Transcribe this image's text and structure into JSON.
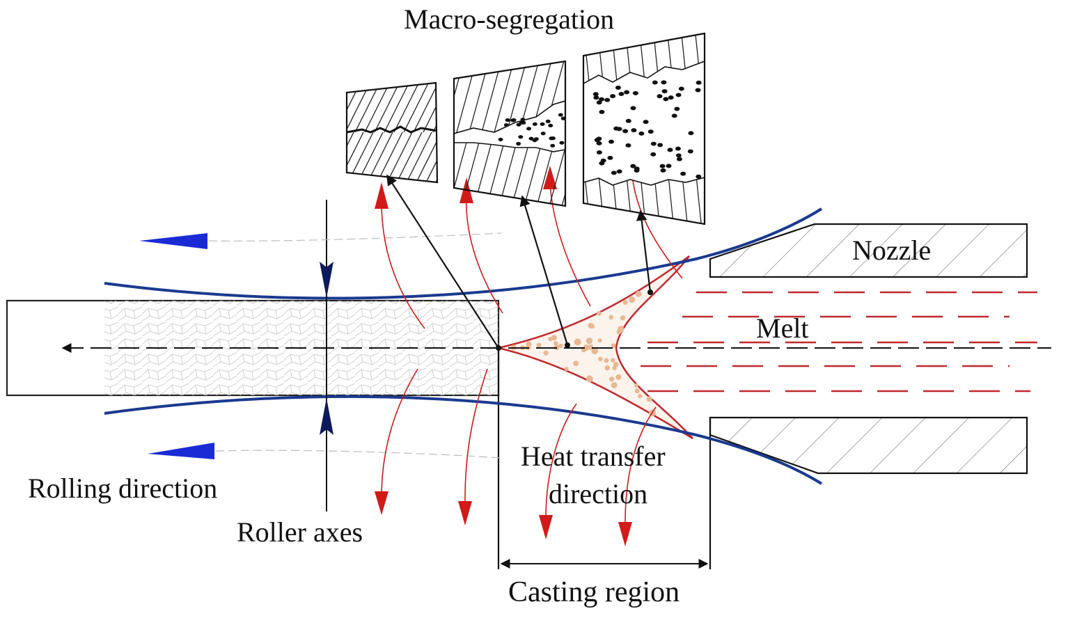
{
  "labels": {
    "macro_segregation": "Macro-segregation",
    "nozzle": "Nozzle",
    "melt": "Melt",
    "heat_transfer_line1": "Heat transfer",
    "heat_transfer_line2": "direction",
    "casting_region": "Casting region",
    "rolling_direction": "Rolling direction",
    "roller_axes": "Roller axes"
  },
  "colors": {
    "roll_blue": "#1a3a8f",
    "arrow_blue": "#1a2bd6",
    "heat_red": "#d11a1a",
    "melt_dash": "#c0272d",
    "particle": "#e8b894",
    "outline": "#111111"
  },
  "insets": [
    {
      "name": "inset-crack",
      "pattern": "two-sided columnar grains meeting at a centerline crack"
    },
    {
      "name": "inset-centerline",
      "pattern": "columnar grains with segregated particles at centerline"
    },
    {
      "name": "inset-equiaxed",
      "pattern": "equiaxed zone with dispersed particles between thin columnar shells"
    }
  ]
}
